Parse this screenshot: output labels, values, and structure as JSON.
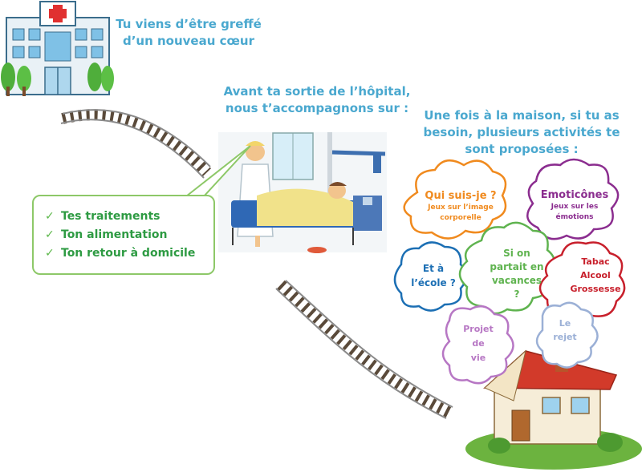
{
  "captions": {
    "transplant": [
      "Tu viens d’être greffé",
      "d’un nouveau cœur"
    ],
    "before_exit": [
      "Avant ta sortie de l’hôpital,",
      "nous t’accompagnons sur :"
    ],
    "at_home": [
      "Une fois à la maison, si tu as",
      "besoin, plusieurs activités te",
      "sont proposées :"
    ]
  },
  "checklist": {
    "check_glyph": "✓",
    "items": [
      "Tes traitements",
      "Ton alimentation",
      "Ton retour à domicile"
    ]
  },
  "clouds": [
    {
      "id": "qui",
      "color": "#f08a1e",
      "lines": [
        "Qui suis-je ?"
      ],
      "sub": [
        "Jeux sur l’image",
        "corporelle"
      ]
    },
    {
      "id": "emo",
      "color": "#8b2d8f",
      "lines": [
        "Emoticônes"
      ],
      "sub": [
        "Jeux sur les",
        "émotions"
      ]
    },
    {
      "id": "ecole",
      "color": "#1c6fb4",
      "lines": [
        "Et à",
        "l’école ?"
      ]
    },
    {
      "id": "vacances",
      "color": "#5fb34f",
      "lines": [
        "Si on",
        "partait en",
        "vacances",
        "?"
      ]
    },
    {
      "id": "tabac",
      "color": "#c8202c",
      "lines": [
        "Tabac",
        "Alcool",
        "Grossesse"
      ]
    },
    {
      "id": "projet",
      "color": "#b777c4",
      "lines": [
        "Projet",
        "de",
        "vie"
      ]
    },
    {
      "id": "rejet",
      "color": "#9bb0d6",
      "lines": [
        "Le",
        "rejet"
      ]
    }
  ]
}
